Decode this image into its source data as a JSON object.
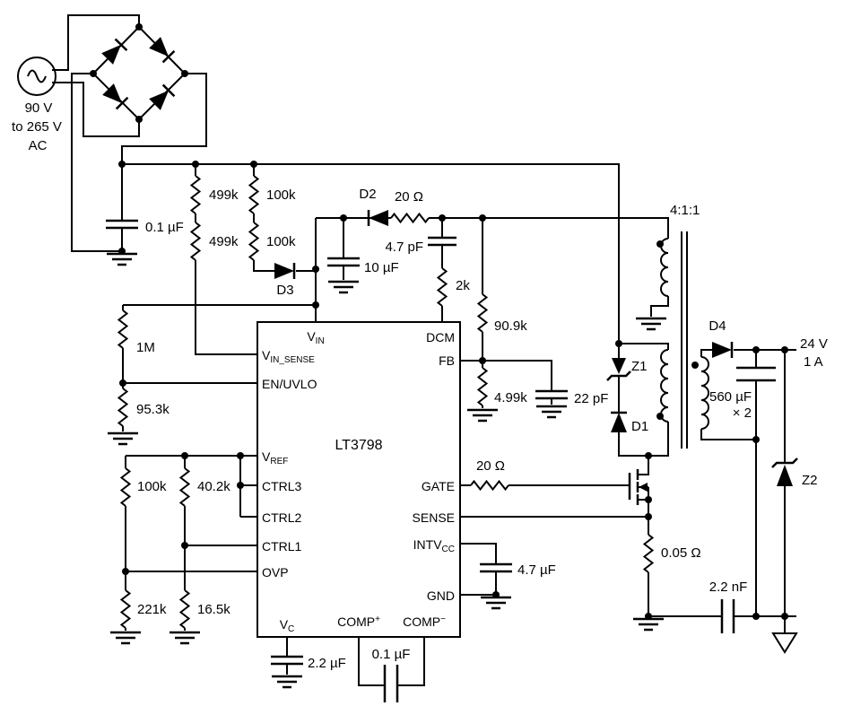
{
  "colors": {
    "component_fill": "#faf5cf",
    "stroke": "#000000",
    "background": "#ffffff"
  },
  "ac_source": {
    "line1": "90 V",
    "line2": "to 265 V",
    "line3": "AC"
  },
  "input_stage": {
    "c_filter": "0.1 µF",
    "r_div_a1": "499k",
    "r_div_a2": "499k",
    "r_div_b1": "100k",
    "r_div_b2": "100k",
    "d3": "D3"
  },
  "bias_supply": {
    "d2": "D2",
    "r_series": "20 Ω",
    "c_small": "4.7 pF",
    "c_vin": "10 µF",
    "r_dcm": "2k"
  },
  "feedback": {
    "r_top": "90.9k",
    "r_bottom": "4.99k",
    "c_filter": "22 pF"
  },
  "uvlo": {
    "r_top": "1M",
    "r_bottom": "95.3k"
  },
  "ctrl": {
    "r_100k": "100k",
    "r_40_2k": "40.2k",
    "r_221k": "221k",
    "r_16_5k": "16.5k"
  },
  "gate_drive": {
    "r_gate": "20 Ω",
    "r_sense": "0.05 Ω"
  },
  "decoupling": {
    "c_intvcc": "4.7 µF",
    "c_vc": "2.2 µF",
    "c_comp": "0.1 µF"
  },
  "snubber": {
    "z1": "Z1",
    "d1": "D1"
  },
  "transformer": {
    "ratio": "4:1:1"
  },
  "secondary": {
    "d4": "D4",
    "c_out": "560 µF",
    "c_out_qty": "× 2",
    "z2": "Z2",
    "c_y": "2.2 nF"
  },
  "output": {
    "voltage": "24 V",
    "current": "1 A"
  },
  "ic": {
    "part": "LT3798",
    "pins": {
      "vin": {
        "t": "V",
        "s": "IN"
      },
      "vin_sense": {
        "t": "V",
        "s": "IN_SENSE"
      },
      "en_uvlo": {
        "t": "EN/UVLO"
      },
      "vref": {
        "t": "V",
        "s": "REF"
      },
      "ctrl3": {
        "t": "CTRL3"
      },
      "ctrl2": {
        "t": "CTRL2"
      },
      "ctrl1": {
        "t": "CTRL1"
      },
      "ovp": {
        "t": "OVP"
      },
      "vc": {
        "t": "V",
        "s": "C"
      },
      "comp_p": {
        "t": "COMP",
        "p": "+"
      },
      "comp_m": {
        "t": "COMP",
        "p": "−"
      },
      "dcm": {
        "t": "DCM"
      },
      "fb": {
        "t": "FB"
      },
      "gate": {
        "t": "GATE"
      },
      "sense": {
        "t": "SENSE"
      },
      "intvcc": {
        "t": "INTV",
        "s": "CC"
      },
      "gnd": {
        "t": "GND"
      }
    }
  }
}
